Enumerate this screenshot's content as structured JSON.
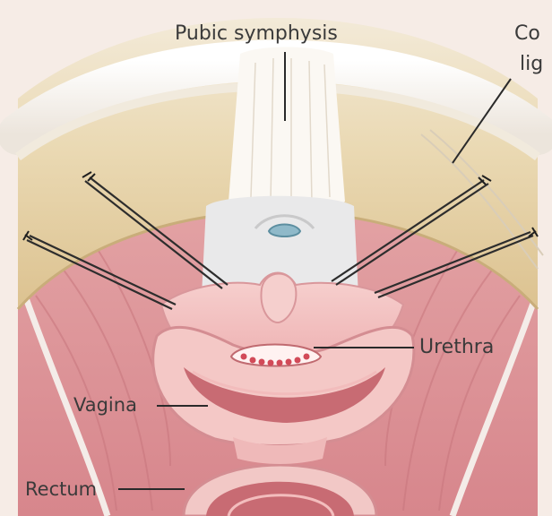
{
  "figure": {
    "labels": {
      "pubic_symphysis": "Pubic symphysis",
      "coopers_ligament_line1": "Co",
      "coopers_ligament_line2": "lig",
      "urethra": "Urethra",
      "vagina": "Vagina",
      "rectum": "Rectum"
    },
    "colors": {
      "background": "#f6ece6",
      "muscle": "#d98a8f",
      "muscle_light": "#e6a7aa",
      "ligament": "#efe6d8",
      "bone": "#e8d6ad",
      "tissue": "#f3c4c4",
      "suture": "#2d2d2d",
      "leader_line": "#2a2a2a"
    }
  }
}
